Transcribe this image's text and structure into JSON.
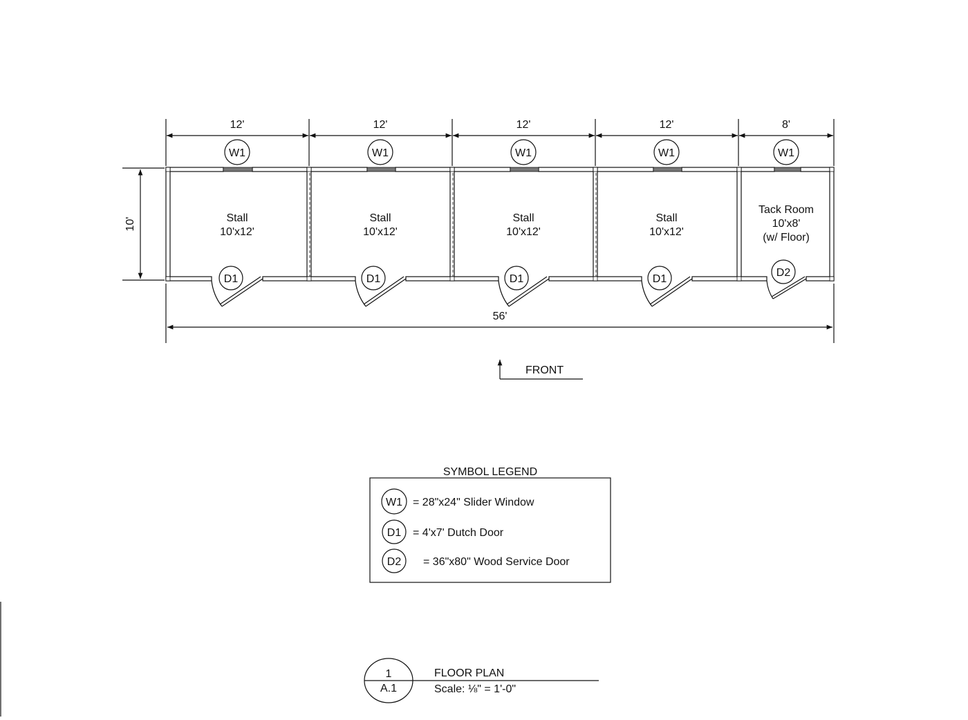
{
  "plan": {
    "dimensions": {
      "bays": [
        "12'",
        "12'",
        "12'",
        "12'",
        "8'"
      ],
      "depth": "10'",
      "overall": "56'"
    },
    "rooms": [
      {
        "name": "Stall",
        "size": "10'x12'",
        "note": "",
        "window_tag": "W1",
        "door_tag": "D1"
      },
      {
        "name": "Stall",
        "size": "10'x12'",
        "note": "",
        "window_tag": "W1",
        "door_tag": "D1"
      },
      {
        "name": "Stall",
        "size": "10'x12'",
        "note": "",
        "window_tag": "W1",
        "door_tag": "D1"
      },
      {
        "name": "Stall",
        "size": "10'x12'",
        "note": "",
        "window_tag": "W1",
        "door_tag": "D1"
      },
      {
        "name": "Tack Room",
        "size": "10'x8'",
        "note": "(w/ Floor)",
        "window_tag": "W1",
        "door_tag": "D2"
      }
    ],
    "front_label": "FRONT"
  },
  "legend": {
    "title": "SYMBOL LEGEND",
    "items": [
      {
        "tag": "W1",
        "text": "= 28\"x24\" Slider Window"
      },
      {
        "tag": "D1",
        "text": "= 4'x7' Dutch Door"
      },
      {
        "tag": "D2",
        "text": "= 36\"x80\" Wood Service Door"
      }
    ]
  },
  "title_block": {
    "number": "1",
    "sheet": "A.1",
    "title": "FLOOR PLAN",
    "scale": "Scale: ⅛\" = 1'-0\""
  }
}
